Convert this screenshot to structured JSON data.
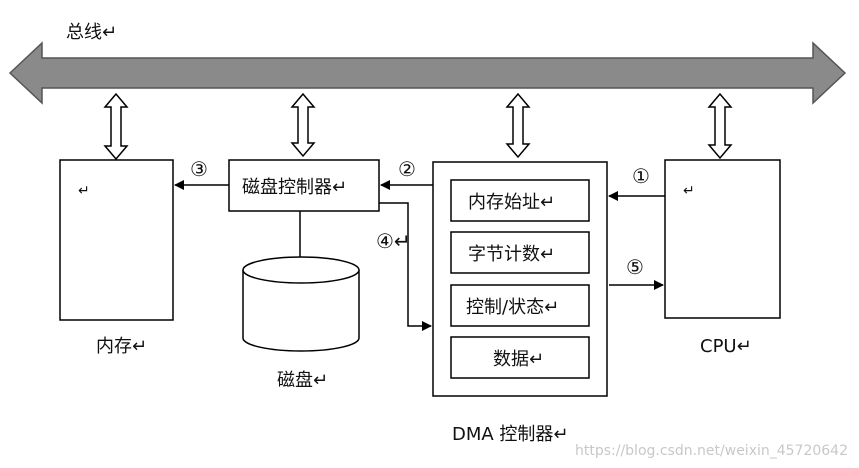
{
  "bus": {
    "label": "总线↵"
  },
  "memory": {
    "label": "内存↵",
    "inner_mark": "↵"
  },
  "disk_controller": {
    "label": "磁盘控制器↵"
  },
  "disk": {
    "label": "磁盘↵"
  },
  "dma_controller": {
    "label": "DMA 控制器↵",
    "registers": [
      "内存始址↵",
      "字节计数↵",
      "控制/状态↵",
      "数据↵"
    ]
  },
  "cpu": {
    "label": "CPU↵",
    "inner_mark": "↵"
  },
  "steps": [
    "①",
    "②",
    "③",
    "④↵",
    "⑤"
  ],
  "watermark": "https://blog.csdn.net/weixin_45720642",
  "colors": {
    "bus_fill": "#8a8a8a",
    "line": "#000000",
    "box_fill": "#ffffff"
  }
}
